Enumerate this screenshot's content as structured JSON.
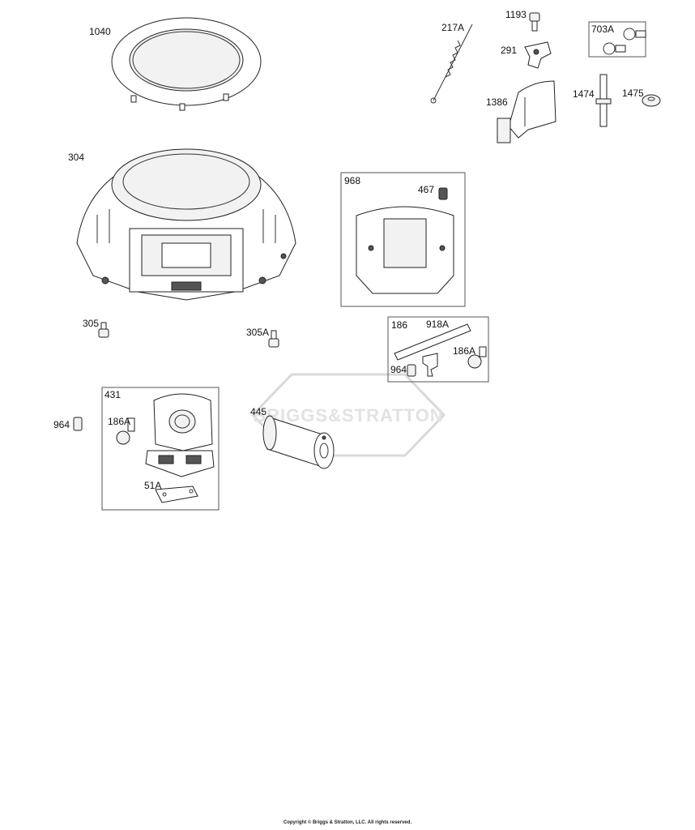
{
  "watermark": {
    "brand_text": "BRIGGS&STRATTON"
  },
  "parts": {
    "p1040": "1040",
    "p304": "304",
    "p305": "305",
    "p305A": "305A",
    "p217A": "217A",
    "p1193": "1193",
    "p291": "291",
    "p703A": "703A",
    "p1386": "1386",
    "p1474": "1474",
    "p1475": "1475",
    "p968": "968",
    "p467": "467",
    "p186": "186",
    "p918A": "918A",
    "p964_kit": "964",
    "p186A_kit": "186A",
    "p964": "964",
    "p431": "431",
    "p186A": "186A",
    "p51A": "51A",
    "p445": "445"
  },
  "footer": {
    "copyright": "Copyright © Briggs & Stratton, LLC. All rights reserved."
  }
}
